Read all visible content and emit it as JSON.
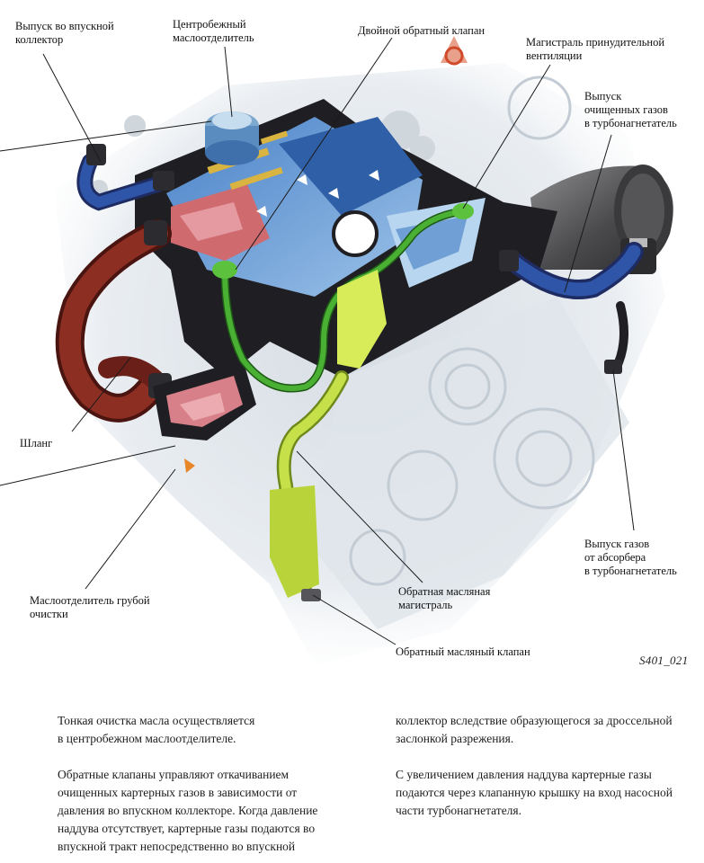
{
  "colors": {
    "hose_blue": "#2f55a8",
    "hose_red": "#8c2e22",
    "hose_green": "#3d9b2a",
    "return_yellow": "#b8d43a",
    "cover_blue": "#3b6fb4",
    "cover_dark": "#1e1e22",
    "separator_pink": "#d8808a",
    "turbo_gray": "#6e6e70"
  },
  "labels": {
    "intake_outlet": "Выпуск во впускной\nколлектор",
    "centrifugal_separator": "Центробежный\nмаслоотделитель",
    "double_check_valve": "Двойной обратный клапан",
    "pcv_line": "Магистраль принудительной\nвентиляции",
    "clean_gas_outlet": "Выпуск\nочищенных газов\nв турбонагнетатель",
    "hose": "Шланг",
    "absorber_outlet": "Выпуск газов\nот абсорбера\nв турбонагнетатель",
    "coarse_separator": "Маслоотделитель грубой\nочистки",
    "oil_return_line": "Обратная масляная\nмагистраль",
    "oil_check_valve": "Обратный масляный клапан"
  },
  "figure_ref": "S401_021",
  "text": {
    "col1": "Тонкая очистка масла осуществляется\nв центробежном маслоотделителе.\n\nОбратные клапаны управляют откачиванием\nочищенных картерных газов в зависимости от\nдавления во впускном коллекторе. Когда давление\nнаддува отсутствует, картерные газы подаются во\nвпускной тракт непосредственно во впускной",
    "col2": "коллектор вследствие образующегося за дроссельной\nзаслонкой разрежения.\n\nС увеличением давления наддува картерные газы\nподаются через клапанную крышку на вход насосной\nчасти турбонагнетателя."
  }
}
